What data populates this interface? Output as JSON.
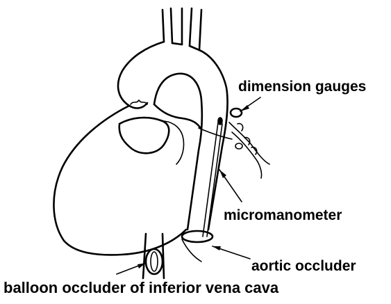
{
  "labels": {
    "dimension_gauges": "dimension gauges",
    "micromanometer": "micromanometer",
    "aortic_occluder": "aortic occluder",
    "balloon_occluder": "balloon occluder of inferior vena cava"
  },
  "colors": {
    "ink": "#000000",
    "background": "#ffffff"
  }
}
